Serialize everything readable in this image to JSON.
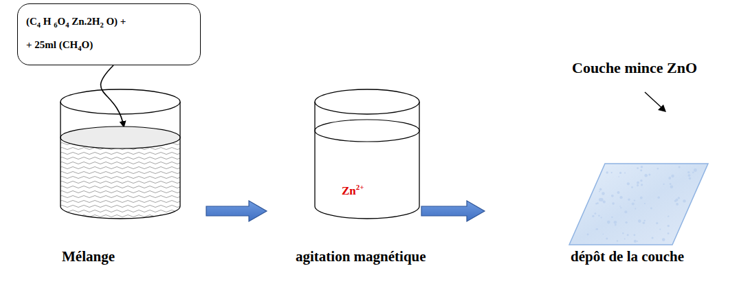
{
  "diagram": {
    "nodes": [
      {
        "text": [
          "(C4 H 6O4 Zn.2H2 O) +",
          "+ 25ml (CH4O)"
        ]
      },
      {
        "text": [
          "Mélange"
        ]
      },
      {
        "text": [
          "Zn2+",
          "agitation magnétique"
        ]
      },
      {
        "text": [
          "Couche mince ZnO",
          "dépôt de la couche"
        ]
      }
    ],
    "edges": [
      {
        "from": 0,
        "to": 1,
        "arrow": "to"
      },
      {
        "from": 1,
        "to": 2,
        "arrow": "to"
      },
      {
        "from": 2,
        "to": 3,
        "arrow": "to"
      }
    ]
  }
}
